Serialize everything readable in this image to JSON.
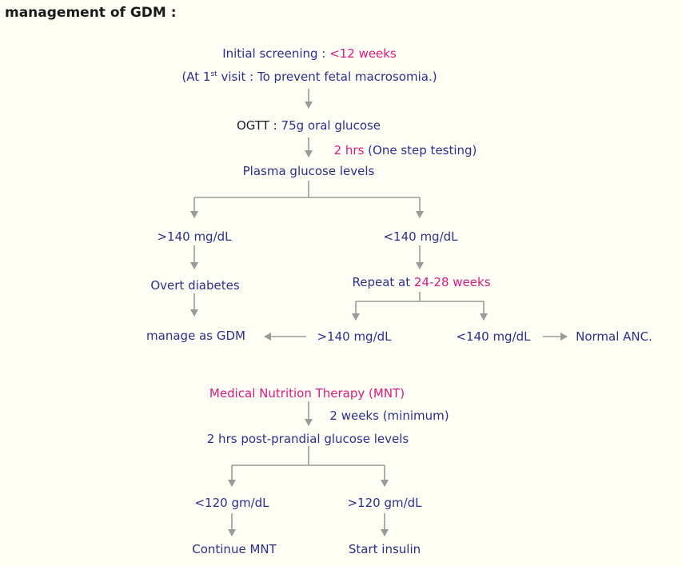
{
  "heading": "management of GDM :",
  "colors": {
    "primary_text": "#2b2f8f",
    "highlight_text": "#e0197d",
    "connector": "#9a9a9a",
    "background": "#fffef4"
  },
  "flow1": {
    "screening_label": "Initial screening :",
    "screening_time": "<12 weeks",
    "first_visit_pre": "(At 1",
    "first_visit_sup": "st",
    "first_visit_post": "visit : To prevent fetal macrosomia.)",
    "ogtt_label": "OGTT :",
    "ogtt_detail": "75g oral glucose",
    "interval_time": "2 hrs",
    "interval_note": "(One step testing)",
    "plasma": "Plasma glucose levels",
    "left_branch": ">140 mg/dL",
    "right_branch": "<140 mg/dL",
    "overt": "Overt diabetes",
    "repeat_label": "Repeat at",
    "repeat_time": "24-28 weeks",
    "manage": "manage as GDM",
    "repeat_high": ">140 mg/dL",
    "repeat_low": "<140 mg/dL",
    "normal": "Normal ANC."
  },
  "flow2": {
    "mnt": "Medical Nutrition Therapy (MNT)",
    "duration": "2 weeks (minimum)",
    "post_prandial": "2 hrs post-prandial glucose levels",
    "low_branch": "<120 gm/dL",
    "high_branch": ">120 gm/dL",
    "continue": "Continue MNT",
    "insulin": "Start insulin"
  }
}
